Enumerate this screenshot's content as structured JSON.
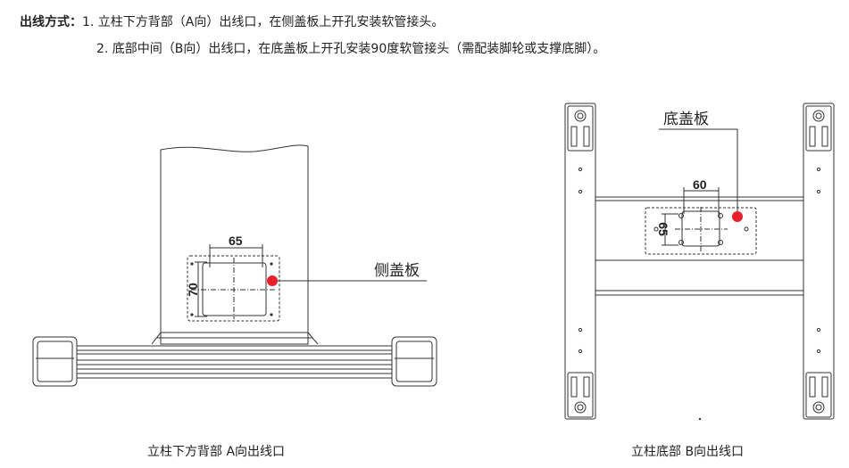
{
  "header": {
    "method_label": "出线方式：",
    "item1": "1. 立柱下方背部（A向）出线口，在侧盖板上开孔安装软管接头。",
    "item2": "2. 底部中间（B向）出线口，在底盖板上开孔安装90度软管接头（需配装脚轮或支撑底脚）。"
  },
  "left_view": {
    "caption": "立柱下方背部  A向出线口",
    "dim_width": "65",
    "dim_height": "70",
    "callout": "侧盖板"
  },
  "right_view": {
    "caption": "立柱底部  B向出线口",
    "dim_width": "60",
    "dim_height": "65",
    "callout": "底盖板"
  },
  "colors": {
    "marker": "#e8202a",
    "line": "#333333"
  }
}
